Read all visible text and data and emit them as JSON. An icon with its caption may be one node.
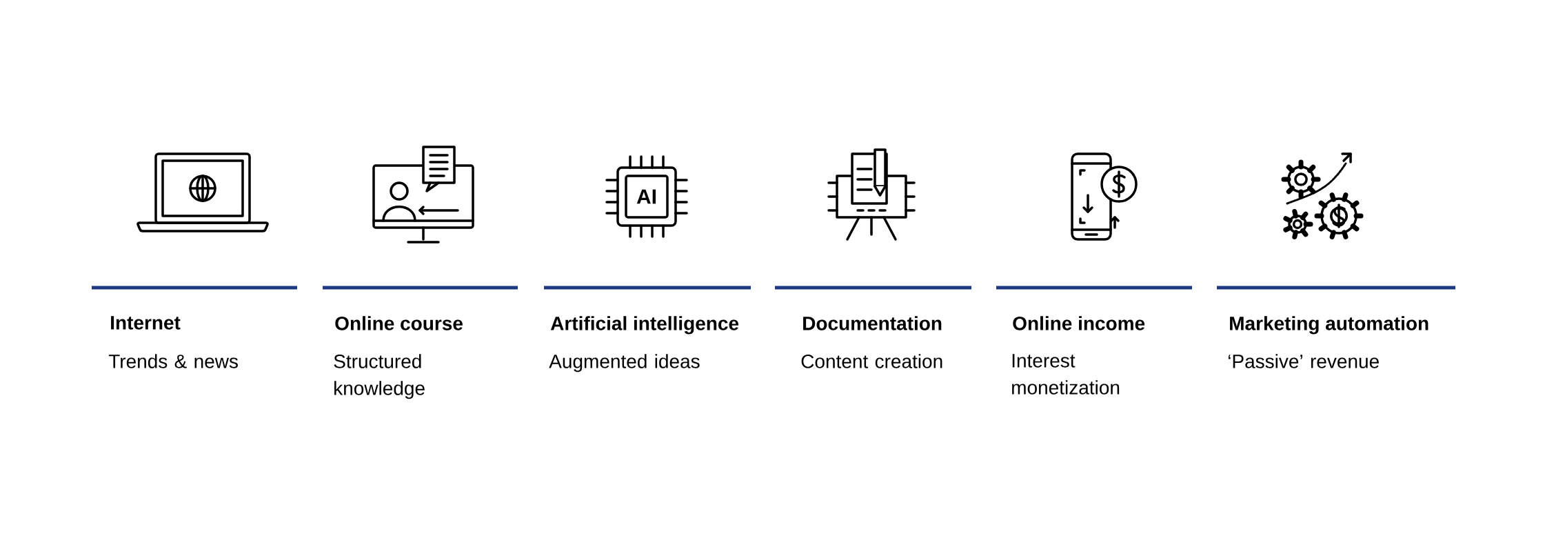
{
  "diagram": {
    "labels": [
      "Internet",
      "Trends & news",
      "Online course",
      "Structured knowledge",
      "AI",
      "Artificial intelligence",
      "Augmented ideas",
      "Documentation",
      "Content creation",
      "Online income",
      "Interest monetization",
      "Marketing automation",
      "‘Passive’ revenue"
    ]
  }
}
